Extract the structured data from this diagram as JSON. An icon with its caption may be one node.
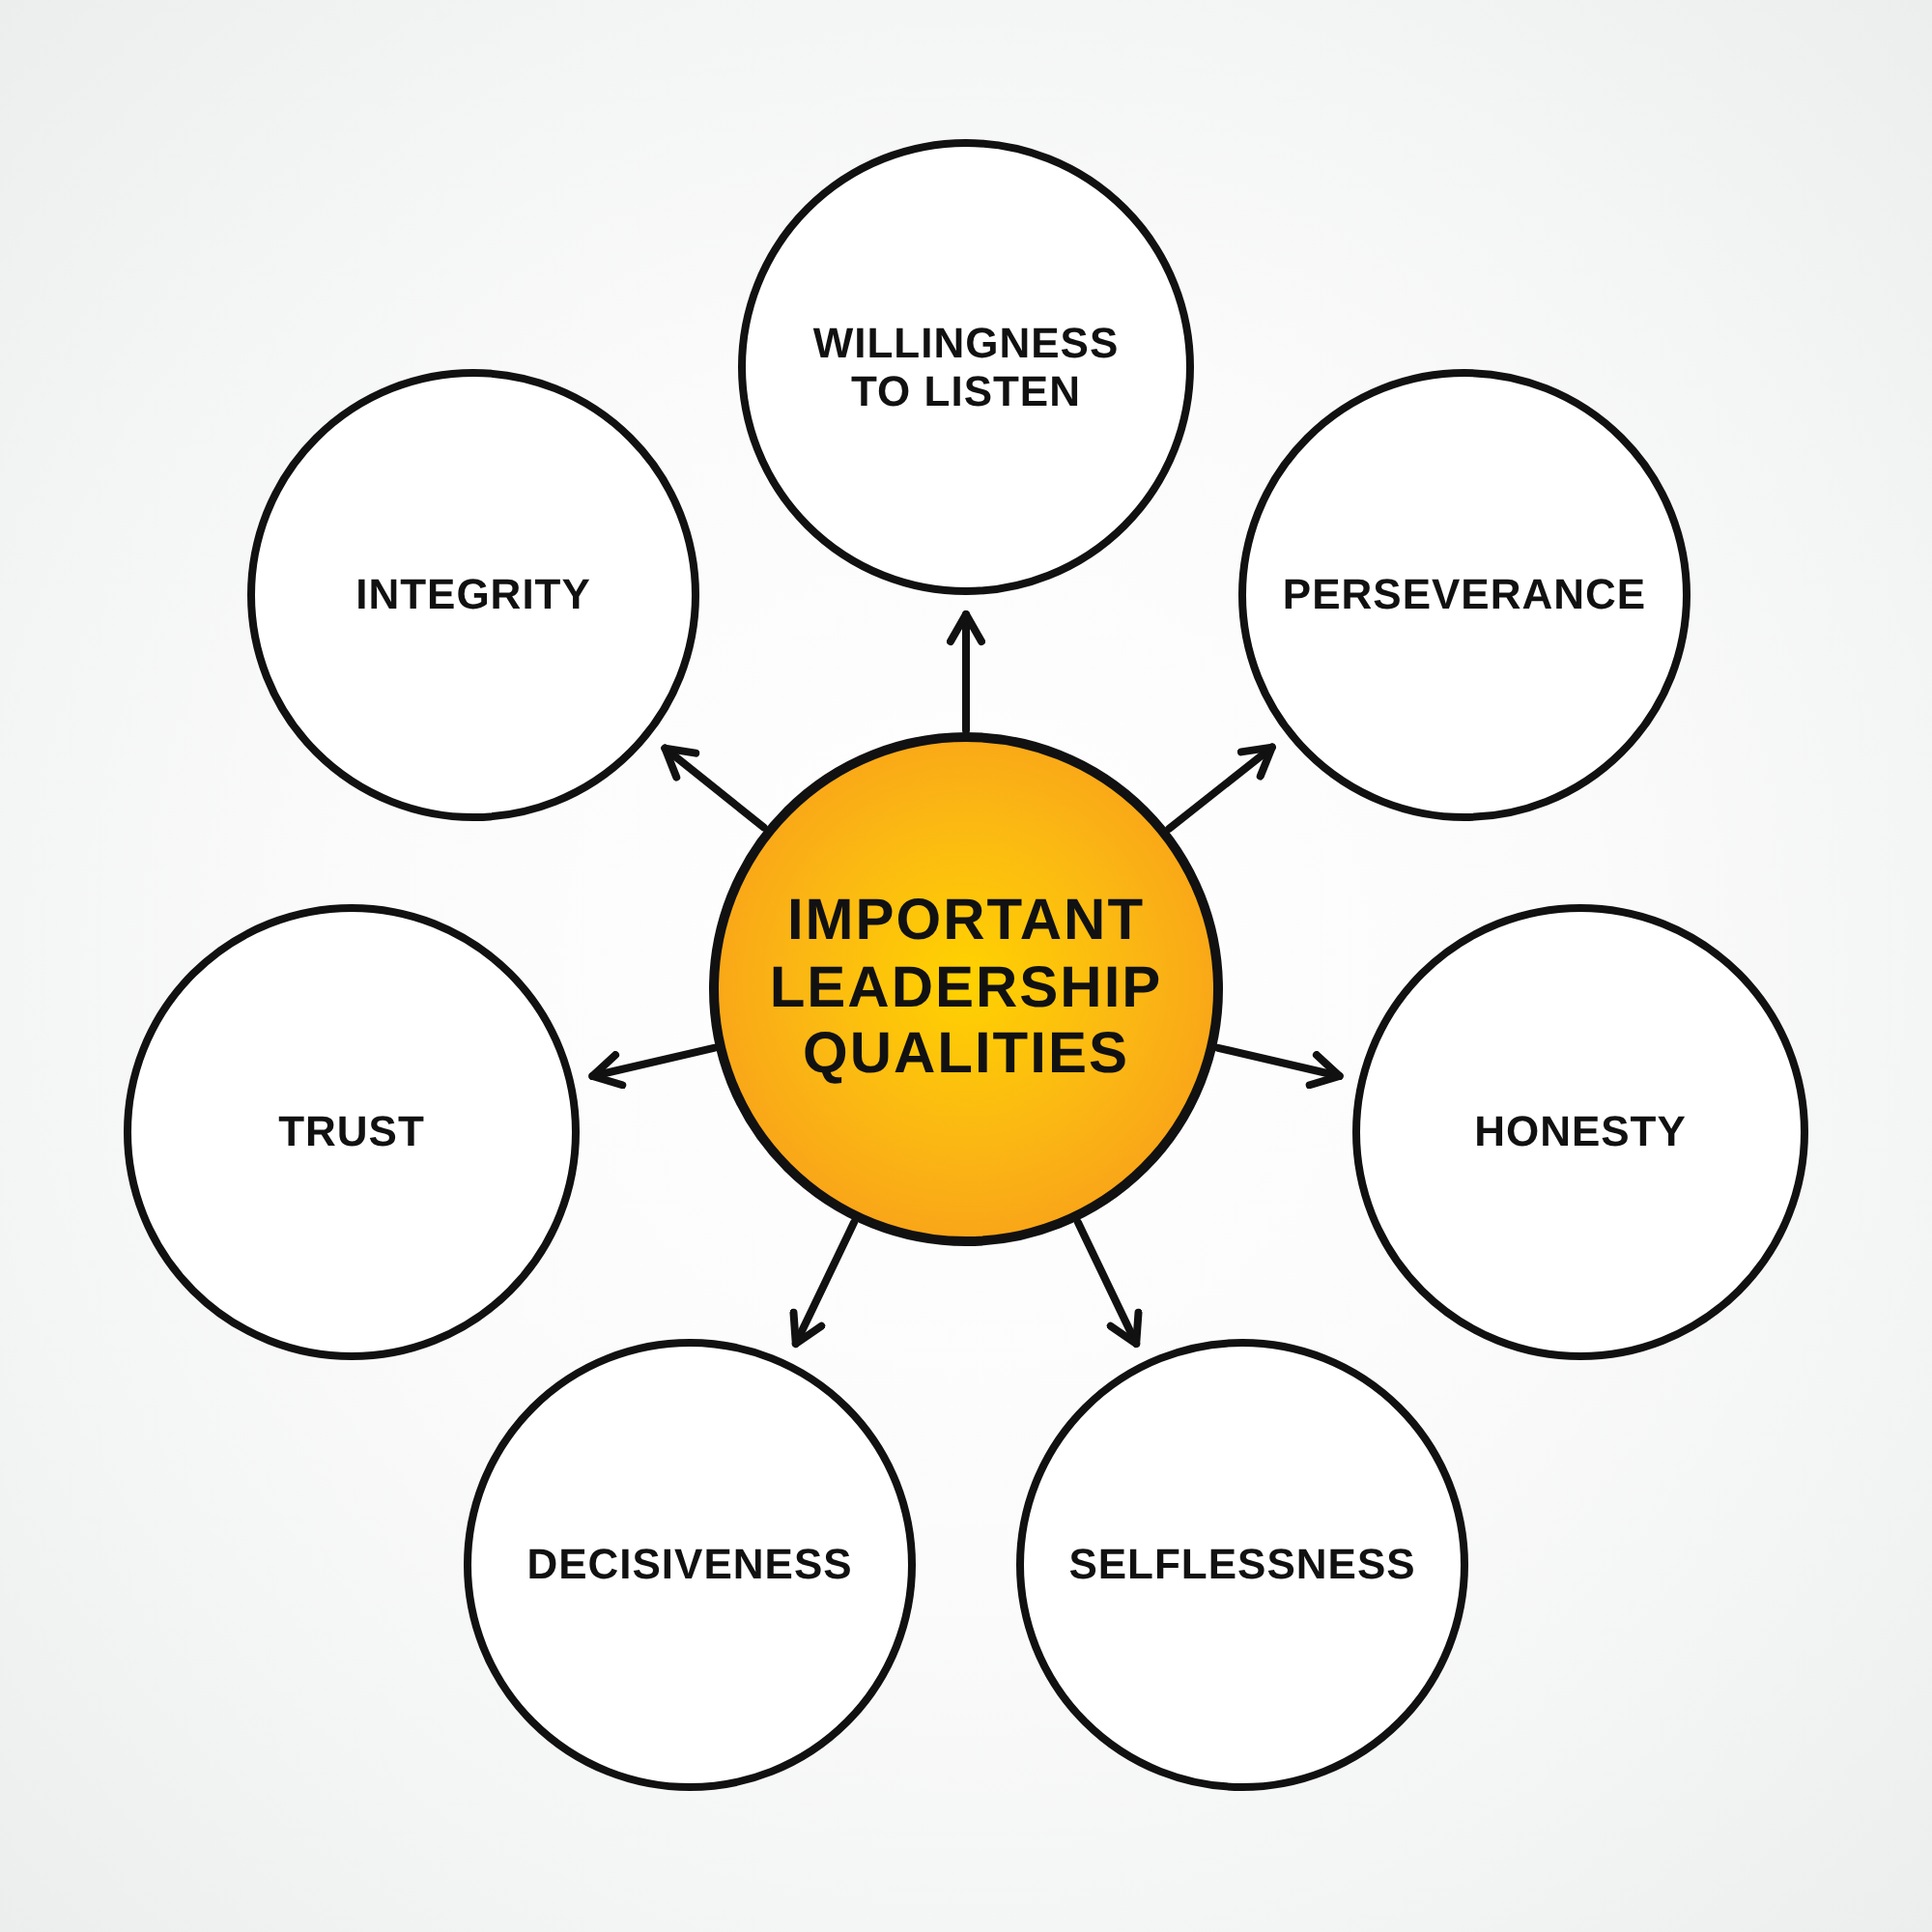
{
  "diagram": {
    "nodes": [
      {
        "text": [
          "IMPORTANT LEADERSHIP QUALITIES"
        ]
      },
      {
        "text": [
          "WILLINGNESS TO LISTEN"
        ]
      },
      {
        "text": [
          "PERSEVERANCE"
        ]
      },
      {
        "text": [
          "HONESTY"
        ]
      },
      {
        "text": [
          "SELFLESSNESS"
        ]
      },
      {
        "text": [
          "DECISIVENESS"
        ]
      },
      {
        "text": [
          "TRUST"
        ]
      },
      {
        "text": [
          "INTEGRITY"
        ]
      }
    ],
    "edges": [
      {
        "from": 0,
        "to": 1,
        "arrow": "to"
      },
      {
        "from": 0,
        "to": 2,
        "arrow": "to"
      },
      {
        "from": 0,
        "to": 3,
        "arrow": "to"
      },
      {
        "from": 0,
        "to": 4,
        "arrow": "to"
      },
      {
        "from": 0,
        "to": 5,
        "arrow": "to"
      },
      {
        "from": 0,
        "to": 6,
        "arrow": "to"
      },
      {
        "from": 0,
        "to": 7,
        "arrow": "to"
      }
    ]
  }
}
